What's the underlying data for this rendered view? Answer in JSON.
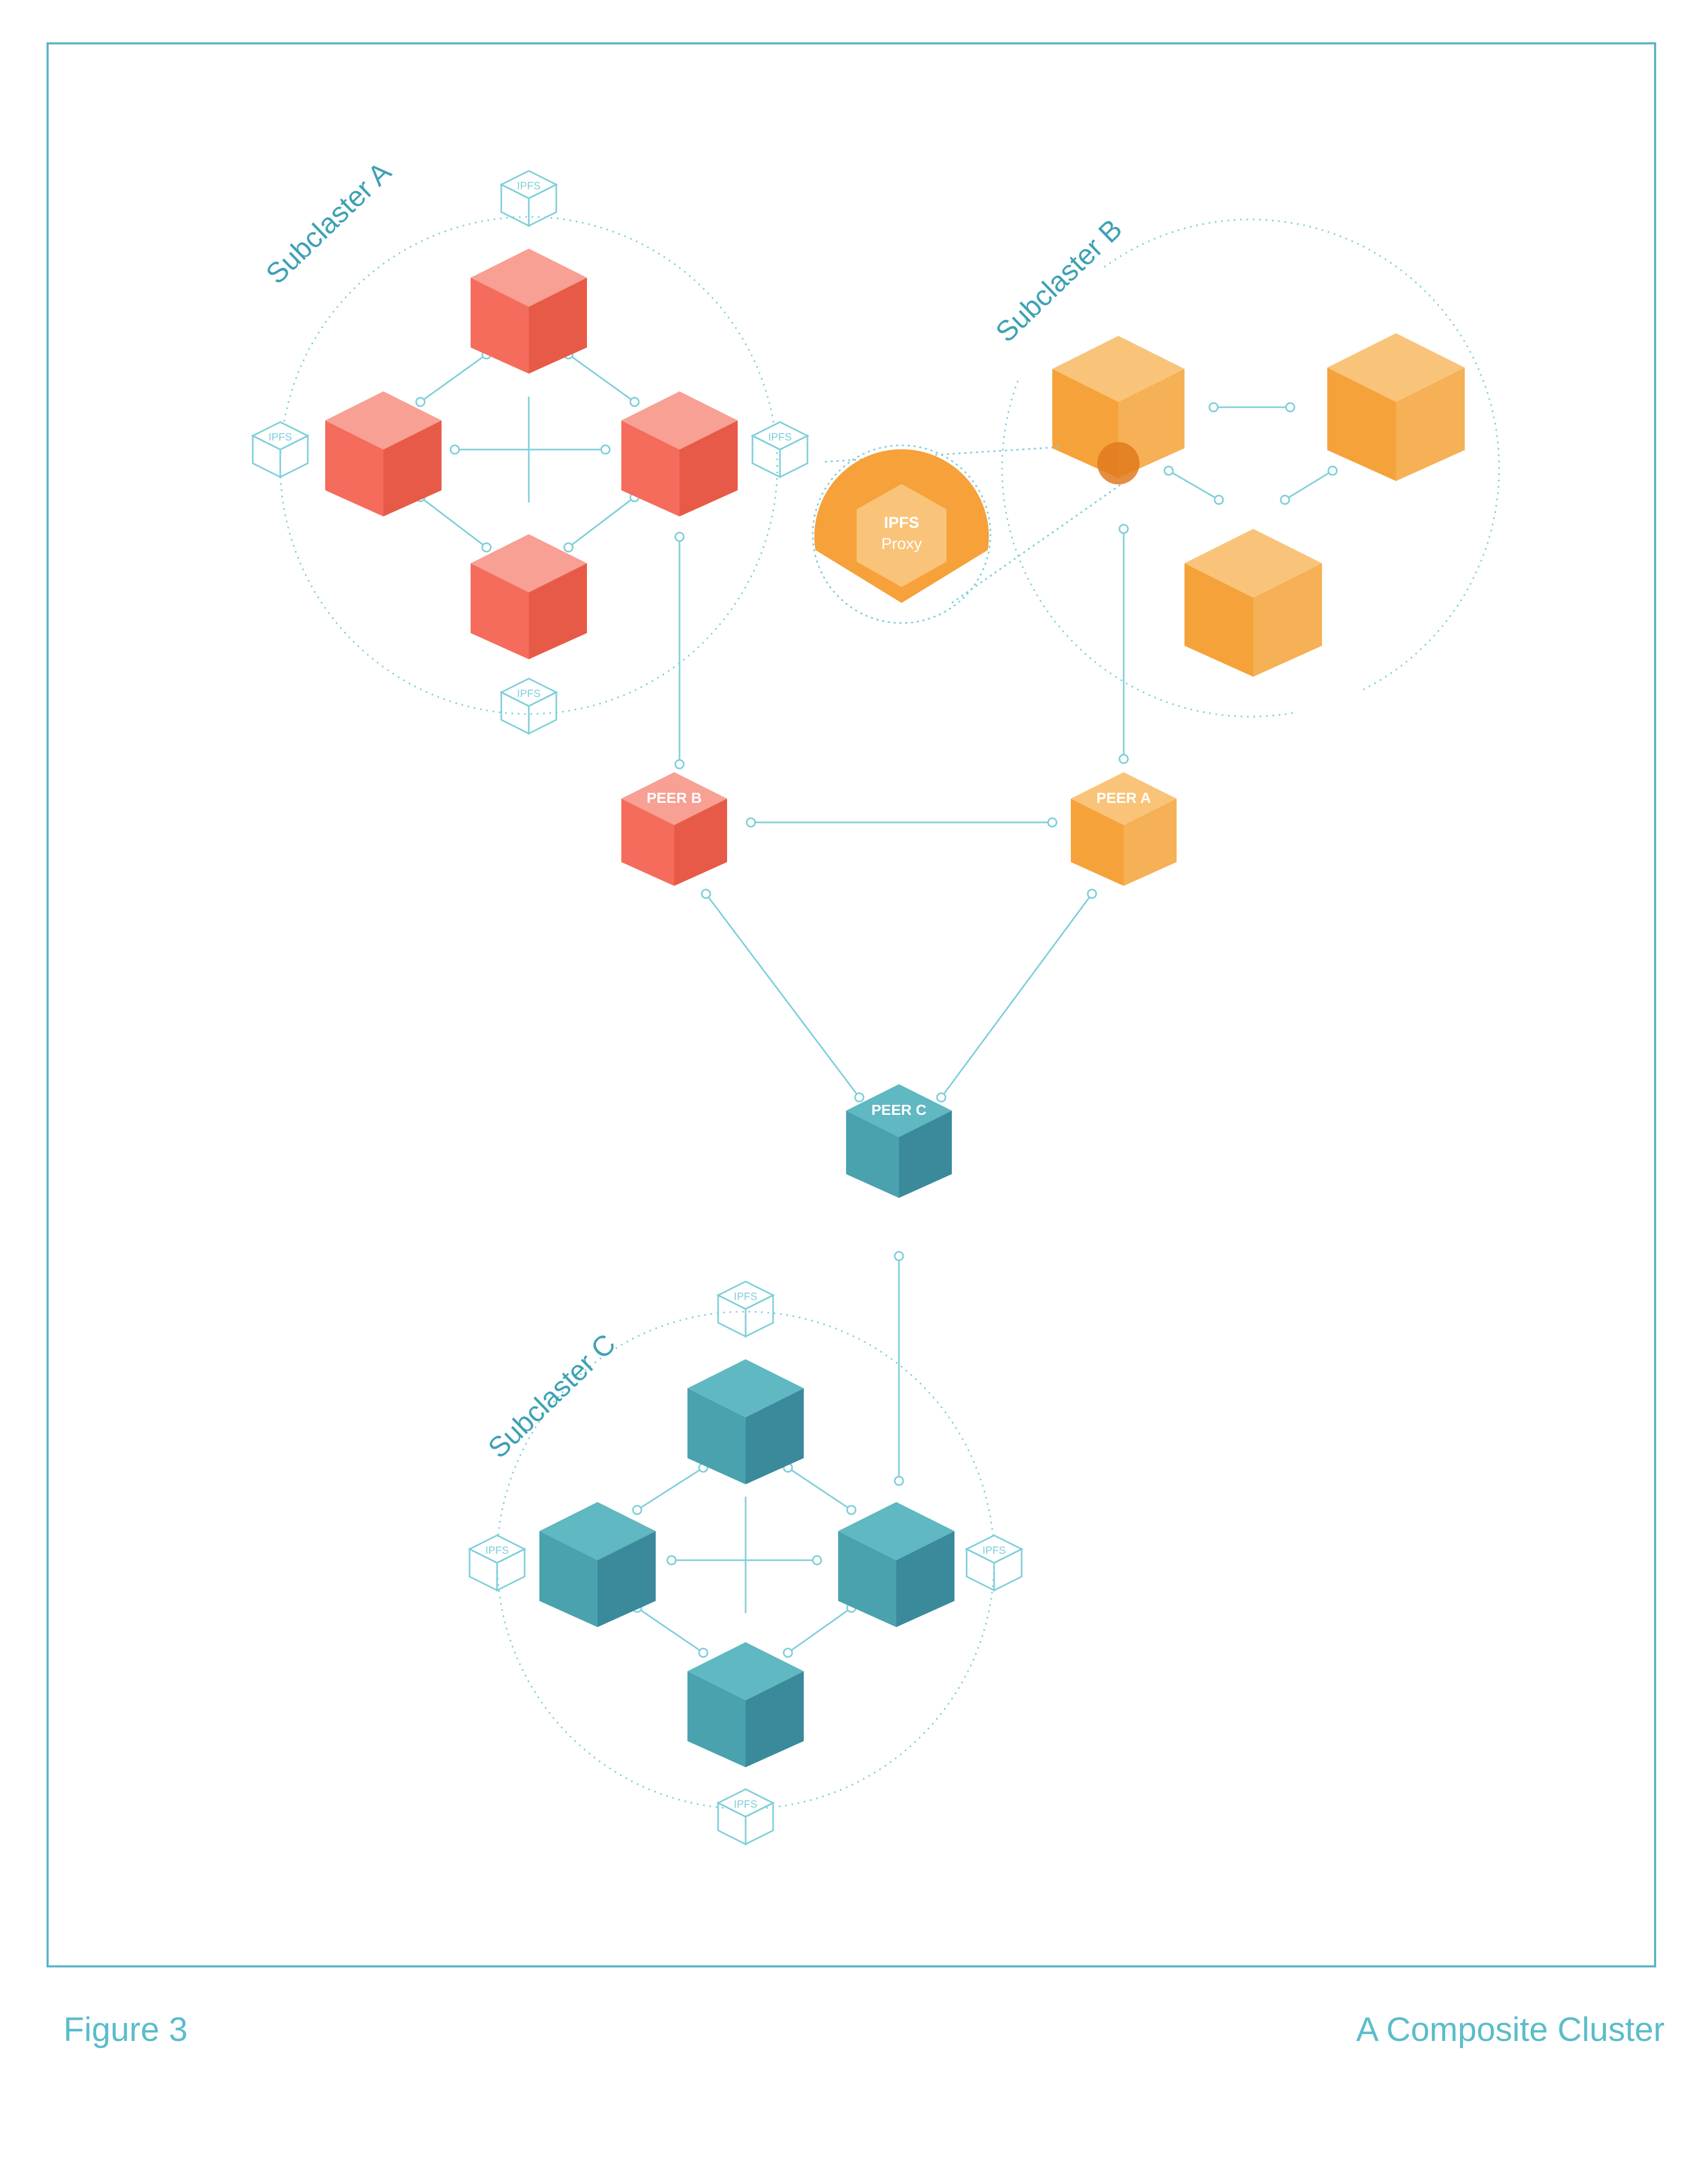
{
  "figure": {
    "label": "Figure 3",
    "title": "A Composite Cluster"
  },
  "colors": {
    "frame": "#5bb5c4",
    "line": "#7fcfd9",
    "red_top": "#f8a093",
    "red_left": "#f56c5c",
    "red_right": "#e85a48",
    "orange_top": "#f9c47a",
    "orange_left": "#f6a23b",
    "orange_right": "#f6b055",
    "teal_top": "#5fb8c2",
    "teal_left": "#4aa2af",
    "teal_right": "#3b8a9c",
    "proxy_bg": "#f6a13a"
  },
  "subclusters": {
    "a": {
      "label": "Subclaster A",
      "color": "red"
    },
    "b": {
      "label": "Subclaster B",
      "color": "orange"
    },
    "c": {
      "label": "Subclaster C",
      "color": "teal"
    }
  },
  "peers": {
    "b": {
      "label": "PEER B",
      "color": "red"
    },
    "a": {
      "label": "PEER A",
      "color": "orange"
    },
    "c": {
      "label": "PEER C",
      "color": "teal"
    }
  },
  "ipfs_label": "IPFS",
  "proxy": {
    "line1": "IPFS",
    "line2": "Proxy"
  }
}
